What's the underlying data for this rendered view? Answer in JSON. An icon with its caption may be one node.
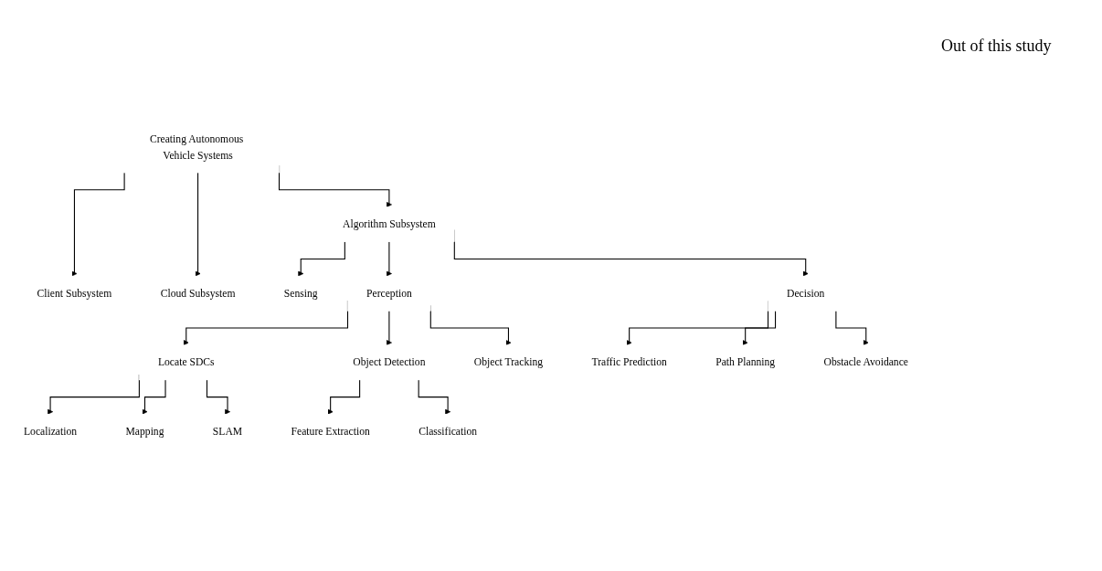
{
  "diagram": {
    "nodes": [
      {
        "text": [
          "Creating Autonomous Vehicle Systems"
        ]
      },
      {
        "text": [
          "Algorithm Subsystem"
        ]
      },
      {
        "text": [
          "Client Subsystem"
        ]
      },
      {
        "text": [
          "Cloud Subsystem"
        ]
      },
      {
        "text": [
          "Sensing"
        ]
      },
      {
        "text": [
          "Perception"
        ]
      },
      {
        "text": [
          "Decision"
        ]
      },
      {
        "text": [
          "Locate SDCs"
        ]
      },
      {
        "text": [
          "Object Detection"
        ]
      },
      {
        "text": [
          "Object Tracking"
        ]
      },
      {
        "text": [
          "Traffic Prediction"
        ]
      },
      {
        "text": [
          "Path Planning"
        ]
      },
      {
        "text": [
          "Obstacle Avoidance"
        ]
      },
      {
        "text": [
          "Localization"
        ]
      },
      {
        "text": [
          "Mapping"
        ]
      },
      {
        "text": [
          "SLAM"
        ]
      },
      {
        "text": [
          "Feature Extraction"
        ]
      },
      {
        "text": [
          "Classification"
        ]
      }
    ],
    "edges": [
      {
        "from": 0,
        "to": 1,
        "arrow": "to"
      },
      {
        "from": 0,
        "to": 2,
        "arrow": "to"
      },
      {
        "from": 0,
        "to": 3,
        "arrow": "to"
      },
      {
        "from": 1,
        "to": 4,
        "arrow": "to"
      },
      {
        "from": 1,
        "to": 5,
        "arrow": "to"
      },
      {
        "from": 1,
        "to": 6,
        "arrow": "to"
      },
      {
        "from": 5,
        "to": 7,
        "arrow": "to"
      },
      {
        "from": 5,
        "to": 8,
        "arrow": "to"
      },
      {
        "from": 5,
        "to": 9,
        "arrow": "to"
      },
      {
        "from": 6,
        "to": 10,
        "arrow": "to"
      },
      {
        "from": 6,
        "to": 11,
        "arrow": "to"
      },
      {
        "from": 6,
        "to": 12,
        "arrow": "to"
      },
      {
        "from": 7,
        "to": 13,
        "arrow": "to"
      },
      {
        "from": 7,
        "to": 14,
        "arrow": "to"
      },
      {
        "from": 7,
        "to": 15,
        "arrow": "to"
      },
      {
        "from": 8,
        "to": 16,
        "arrow": "to"
      },
      {
        "from": 8,
        "to": 17,
        "arrow": "to"
      }
    ],
    "labels": [
      "Out of this study"
    ]
  }
}
